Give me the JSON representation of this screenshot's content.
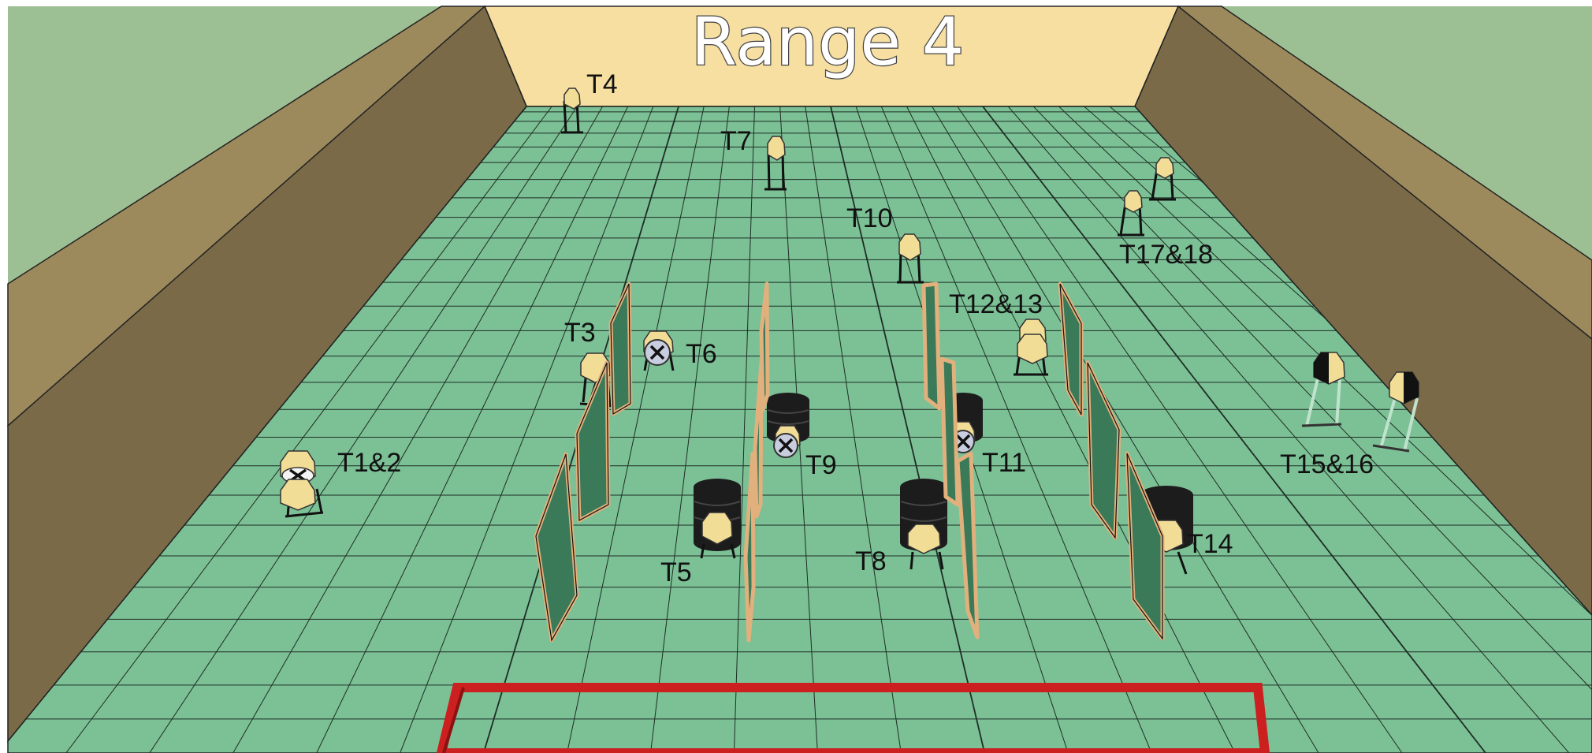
{
  "title": "Range 4",
  "labels": {
    "t4": "T4",
    "t7": "T7",
    "t10": "T10",
    "t17_18": "T17&18",
    "t12_13": "T12&13",
    "t3": "T3",
    "t6": "T6",
    "t1_2": "T1&2",
    "t9": "T9",
    "t11": "T11",
    "t15_16": "T15&16",
    "t5": "T5",
    "t8": "T8",
    "t14": "T14"
  },
  "colors": {
    "floor": "#7cc096",
    "grid": "#1e2e24",
    "back_wall": "#f6dfa0",
    "side_wall": "#7a6a48",
    "wall_top": "#9d8a5c",
    "outside": "#9cbf93",
    "target": "#f2dd96",
    "target_no_shoot": "#c9cde0",
    "barrier_frame": "#e2b07c",
    "barrier_glass": "#3b7a58",
    "tire": "#1c1c1c",
    "shooting_box": "#cc1f1f"
  }
}
